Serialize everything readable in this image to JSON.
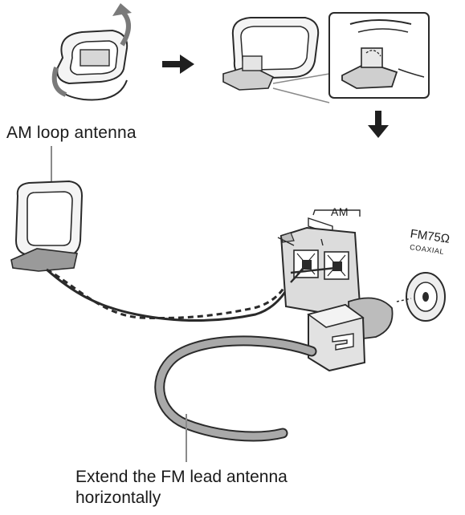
{
  "labels": {
    "am_loop_antenna": "AM loop antenna",
    "fm_lead_line1": "Extend the FM lead antenna",
    "fm_lead_line2": "horizontally",
    "am_terminal": "AM",
    "fm_terminal_rating": "FM75Ω",
    "fm_terminal_type": "COAXIAL"
  },
  "colors": {
    "line": "#2a2a2a",
    "fill_light": "#f2f2f2",
    "fill_mid": "#cfcfcf",
    "fill_dark": "#8a8a8a",
    "lead": "#a9a9a9"
  }
}
